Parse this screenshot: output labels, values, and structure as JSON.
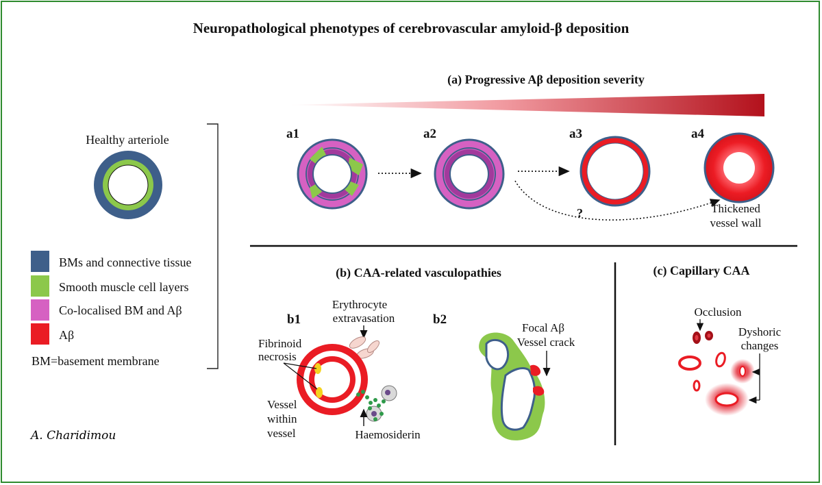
{
  "title": "Neuropathological phenotypes of cerebrovascular amyloid-β deposition",
  "colors": {
    "bm_connective": "#3e5f8a",
    "smooth_muscle": "#8cc84b",
    "colocalised": "#d661c2",
    "abeta": "#ea1c24",
    "frame": "#2e8b2e"
  },
  "healthy": {
    "label": "Healthy arteriole"
  },
  "legend": {
    "items": [
      {
        "label": "BMs and connective tissue",
        "color": "#3e5f8a"
      },
      {
        "label": "Smooth muscle cell layers",
        "color": "#8cc84b"
      },
      {
        "label": "Co-localised BM and Aβ",
        "color": "#d661c2"
      },
      {
        "label": "Aβ",
        "color": "#ea1c24"
      }
    ],
    "note": "BM=basement membrane"
  },
  "signature": "A. Charidimou",
  "panel_a": {
    "title": "(a) Progressive Aβ deposition severity",
    "stages": [
      "a1",
      "a2",
      "a3",
      "a4"
    ],
    "question": "?",
    "thickened_line1": "Thickened",
    "thickened_line2": "vessel wall"
  },
  "panel_b": {
    "title": "(b) CAA-related vasculopathies",
    "b1": "b1",
    "b2": "b2",
    "erythrocyte_line1": "Erythrocyte",
    "erythrocyte_line2": "extravasation",
    "fibrinoid_line1": "Fibrinoid",
    "fibrinoid_line2": "necrosis",
    "vessel_line1": "Vessel",
    "vessel_line2": "within",
    "vessel_line3": "vessel",
    "haemosiderin": "Haemosiderin",
    "focal_line1": "Focal Aβ",
    "focal_line2": "Vessel crack"
  },
  "panel_c": {
    "title": "(c) Capillary CAA",
    "occlusion": "Occlusion",
    "dyshoric_line1": "Dyshoric",
    "dyshoric_line2": "changes"
  }
}
